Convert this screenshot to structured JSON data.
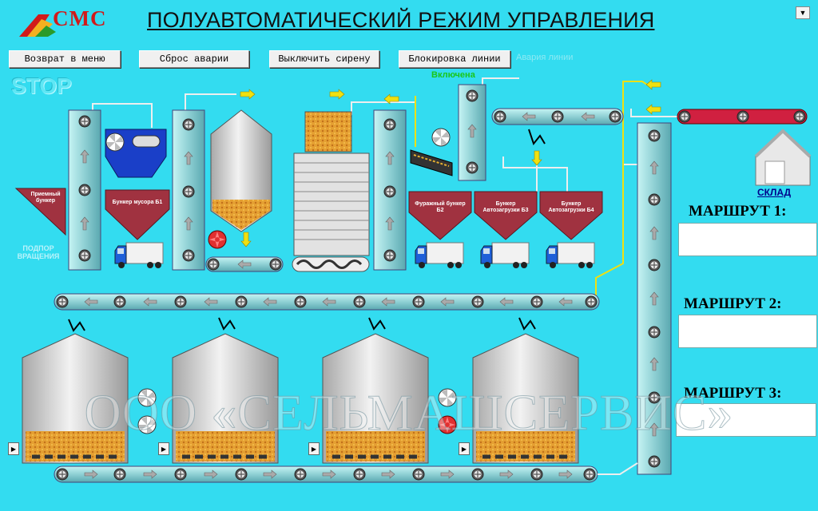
{
  "header": {
    "logo_text": "CMC",
    "title": "ПОЛУАВТОМАТИЧЕСКИЙ РЕЖИМ УПРАВЛЕНИЯ"
  },
  "toolbar": {
    "return_label": "Возврат в меню",
    "reset_label": "Сброс аварии",
    "siren_label": "Выключить сирену",
    "block_label": "Блокировка линии",
    "alarm_text": "Авария линии",
    "block_status": "Включена"
  },
  "status": {
    "stop_text": "STOP"
  },
  "labels": {
    "receiving_bunker": "Приемный бункер",
    "trash_bunker": "Бункер мусора Б1",
    "feed_bunker": "Фуражный бункер Б2",
    "auto_bunker_3": "Бункер Автозагрузки Б3",
    "auto_bunker_4": "Бункер Автозагрузки Б4",
    "rotation_support": "ПОДПОР ВРАЩЕНИЯ",
    "warehouse": "СКЛАД"
  },
  "routes": [
    {
      "label": "МАРШРУТ 1:",
      "value": ""
    },
    {
      "label": "МАРШРУТ 2:",
      "value": ""
    },
    {
      "label": "МАРШРУТ 3:",
      "value": ""
    }
  ],
  "watermark": "ООО «СЕЛЬМАШСЕРВИС»",
  "colors": {
    "background": "#33dcf0",
    "conveyor": "#8fd8d8",
    "bunker": "#a03240",
    "grain": "#e59a2a",
    "arrow_yellow": "#f0e010",
    "silo": "#d0d0d0",
    "status_on": "#19c619",
    "logo": "#d11a1a"
  },
  "icons": {
    "play": "play-icon",
    "corner": "dropdown-icon"
  }
}
